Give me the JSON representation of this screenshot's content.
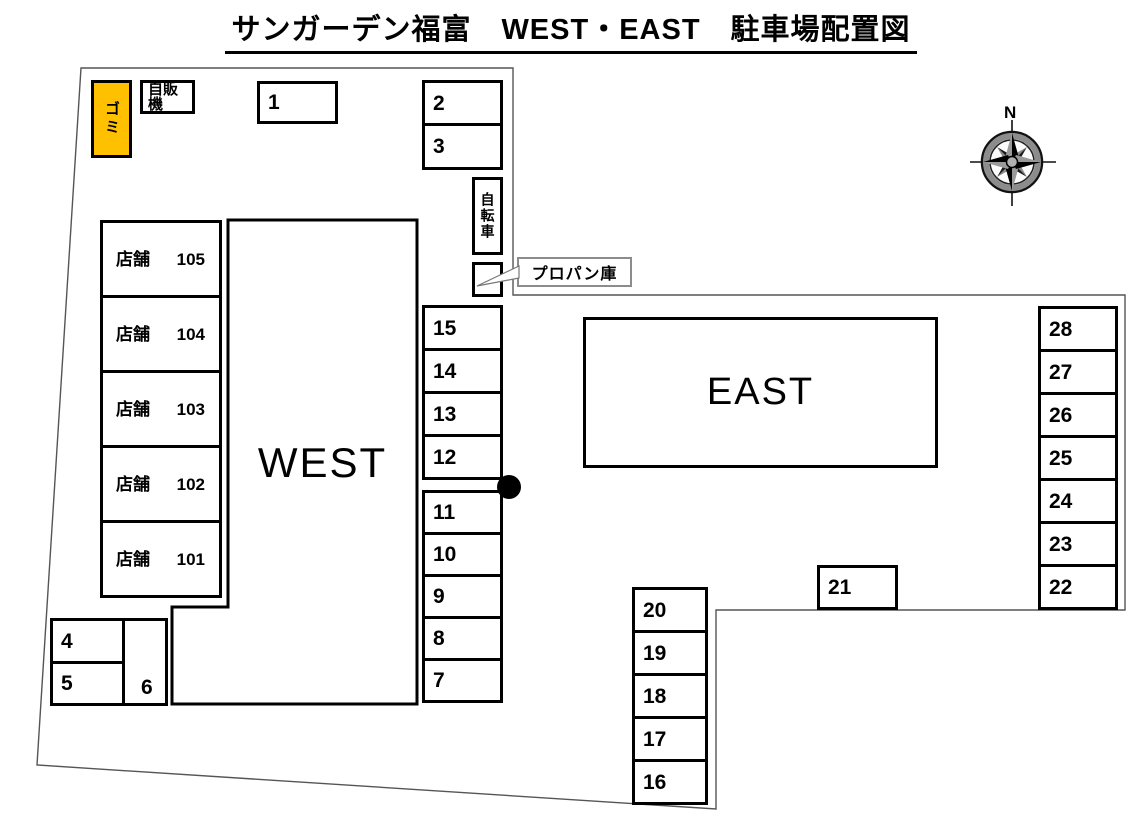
{
  "title": "サンガーデン福富　WEST・EAST　駐車場配置図",
  "compass": {
    "north": "N"
  },
  "buildings": {
    "west": "WEST",
    "east": "EAST"
  },
  "shops": [
    {
      "name": "店舗",
      "num": "105"
    },
    {
      "name": "店舗",
      "num": "104"
    },
    {
      "name": "店舗",
      "num": "103"
    },
    {
      "name": "店舗",
      "num": "102"
    },
    {
      "name": "店舗",
      "num": "101"
    }
  ],
  "facilities": {
    "trash": "ゴミ",
    "vending": "自販機",
    "bicycle": "自転車",
    "propane": "プロパン庫"
  },
  "parking": {
    "p1": "1",
    "p2": "2",
    "p3": "3",
    "p4": "4",
    "p5": "5",
    "p6": "6",
    "col15_12": [
      "15",
      "14",
      "13",
      "12"
    ],
    "col11_7": [
      "11",
      "10",
      "9",
      "8",
      "7"
    ],
    "col20_16": [
      "20",
      "19",
      "18",
      "17",
      "16"
    ],
    "p21": "21",
    "col28_22": [
      "28",
      "27",
      "26",
      "25",
      "24",
      "23",
      "22"
    ]
  },
  "colors": {
    "trash_fill": "#FFC000",
    "line": "#000000"
  }
}
